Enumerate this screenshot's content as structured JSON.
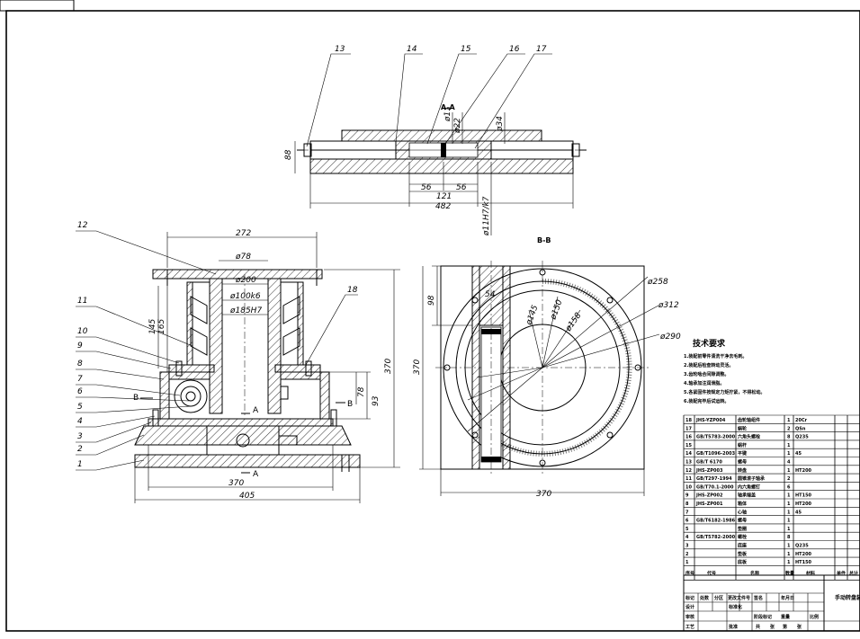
{
  "views": {
    "section_aa": {
      "label": "A-A",
      "dims": {
        "h88": "88",
        "d11": "ø11",
        "d22": "ø22",
        "d34": "ø34",
        "w56a": "56",
        "w121": "121",
        "w56b": "56",
        "w482": "482",
        "fit": "ø11H7/k7"
      }
    },
    "main": {
      "dims": {
        "w272": "272",
        "d78": "ø78",
        "d200": "ø200",
        "d100": "ø100k6",
        "d185": "ø185H7",
        "h145": "145",
        "h165": "165",
        "h370": "370",
        "h78": "78",
        "h93": "93",
        "w370": "370",
        "w405": "405"
      },
      "cut_a_top": "A",
      "cut_a_bottom": "A",
      "cut_b_left": "B",
      "cut_b_right": "B"
    },
    "section_bb": {
      "label": "B-B",
      "dims": {
        "h98": "98",
        "d54": "54",
        "d145": "ø145",
        "d150": "ø150",
        "d158": "ø158",
        "d258": "ø258",
        "d312": "ø312",
        "d290": "ø290",
        "h370": "370",
        "w370": "370"
      }
    }
  },
  "part_numbers": {
    "top": [
      "13",
      "14",
      "15",
      "16",
      "17"
    ],
    "left": [
      "12",
      "11",
      "10",
      "9",
      "8",
      "7",
      "6",
      "5",
      "4",
      "3",
      "2",
      "1"
    ],
    "right": [
      "18"
    ]
  },
  "tech_requirements": {
    "title": "技术要求",
    "items": [
      "1.装配前零件清洗干净去毛刺。",
      "2.装配后检查转动灵活。",
      "3.齿轮啮合间隙调整。",
      "4.轴承加注润滑脂。",
      "5.各紧固件按规定力矩拧紧，不得松动。",
      "6.装配完毕后试运转。"
    ]
  },
  "bom": {
    "rows": [
      {
        "no": "18",
        "code": "JHS-YZP004",
        "name": "齿轮轴组件",
        "qty": "1",
        "mat": "20Cr"
      },
      {
        "no": "17",
        "code": "",
        "name": "蜗轮",
        "qty": "2",
        "mat": "QSn"
      },
      {
        "no": "16",
        "code": "GB/T5783-2000",
        "name": "六角头螺栓",
        "qty": "8",
        "mat": "Q235"
      },
      {
        "no": "15",
        "code": "",
        "name": "蜗杆",
        "qty": "1",
        "mat": ""
      },
      {
        "no": "14",
        "code": "GB/T1096-2003",
        "name": "平键",
        "qty": "1",
        "mat": "45"
      },
      {
        "no": "13",
        "code": "GB/T 6170",
        "name": "螺母",
        "qty": "4",
        "mat": ""
      },
      {
        "no": "12",
        "code": "JHS-ZP003",
        "name": "转盘",
        "qty": "1",
        "mat": "HT200"
      },
      {
        "no": "11",
        "code": "GB/T297-1994",
        "name": "圆锥滚子轴承",
        "qty": "2",
        "mat": ""
      },
      {
        "no": "10",
        "code": "GB/T70.1-2000",
        "name": "内六角螺钉",
        "qty": "6",
        "mat": ""
      },
      {
        "no": "9",
        "code": "JHS-ZP002",
        "name": "轴承端盖",
        "qty": "1",
        "mat": "HT150"
      },
      {
        "no": "8",
        "code": "JHS-ZP001",
        "name": "箱体",
        "qty": "1",
        "mat": "HT200"
      },
      {
        "no": "7",
        "code": "",
        "name": "心轴",
        "qty": "1",
        "mat": "45"
      },
      {
        "no": "6",
        "code": "GB/T6182-1986",
        "name": "螺母",
        "qty": "1",
        "mat": ""
      },
      {
        "no": "5",
        "code": "",
        "name": "垫圈",
        "qty": "1",
        "mat": ""
      },
      {
        "no": "4",
        "code": "GB/T5782-2000",
        "name": "螺栓",
        "qty": "8",
        "mat": ""
      },
      {
        "no": "3",
        "code": "",
        "name": "底座",
        "qty": "1",
        "mat": "Q235"
      },
      {
        "no": "2",
        "code": "",
        "name": "垫板",
        "qty": "1",
        "mat": "HT200"
      },
      {
        "no": "1",
        "code": "",
        "name": "底板",
        "qty": "1",
        "mat": "HT150"
      }
    ],
    "headers": {
      "no": "序号",
      "code": "代号",
      "name": "名称",
      "qty": "数量",
      "mat": "材料",
      "w1": "单件",
      "w2": "总计"
    }
  },
  "title_block": {
    "drawing_title": "手动转盘装配图",
    "labels": [
      "标记",
      "处数",
      "分区",
      "更改文件号",
      "签名",
      "年月日",
      "设计",
      "标准化",
      "阶段标记",
      "重量",
      "比例",
      "审核",
      "工艺",
      "批准",
      "共",
      "张",
      "第",
      "张"
    ]
  }
}
